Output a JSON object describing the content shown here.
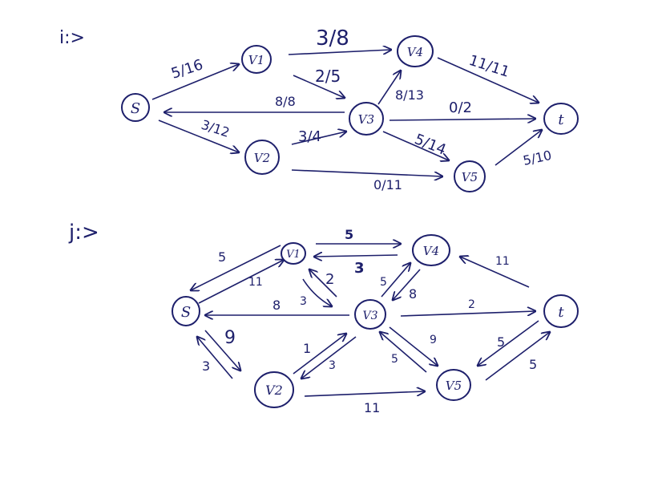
{
  "diagram_i": {
    "label": "i:>",
    "nodes": {
      "s": "S",
      "v1": "V1",
      "v2": "V2",
      "v3": "V3",
      "v4": "V4",
      "v5": "V5",
      "t": "t"
    },
    "edges": {
      "s_v1": "5/16",
      "s_v2": "3/12",
      "v3_s": "8/8",
      "v1_v4": "3/8",
      "v1_v3": "2/5",
      "v2_v3": "3/4",
      "v2_v5": "0/11",
      "v3_v4": "8/13",
      "v3_t": "0/2",
      "v3_v5": "5/14",
      "v4_t": "11/11",
      "v5_t": "5/10"
    }
  },
  "diagram_j": {
    "label": "j:>",
    "nodes": {
      "s": "S",
      "v1": "V1",
      "v2": "V2",
      "v3": "V3",
      "v4": "V4",
      "v5": "V5",
      "t": "t"
    },
    "edges": {
      "v1_s": "5",
      "s_v1": "11",
      "v3_s": "8",
      "s_v2": "9",
      "v2_s": "3",
      "v1_v4": "5",
      "v4_v1": "3",
      "v3_v1": "2",
      "v1_v3": "3",
      "v3_v4": "5",
      "v4_v3": "8",
      "t_v4": "11",
      "v3_t": "2",
      "v2_v3": "1",
      "v3_v2": "3",
      "v3_v5": "9",
      "v5_v3": "5",
      "t_v5": "5",
      "v5_t": "5",
      "v2_v5": "11"
    }
  }
}
